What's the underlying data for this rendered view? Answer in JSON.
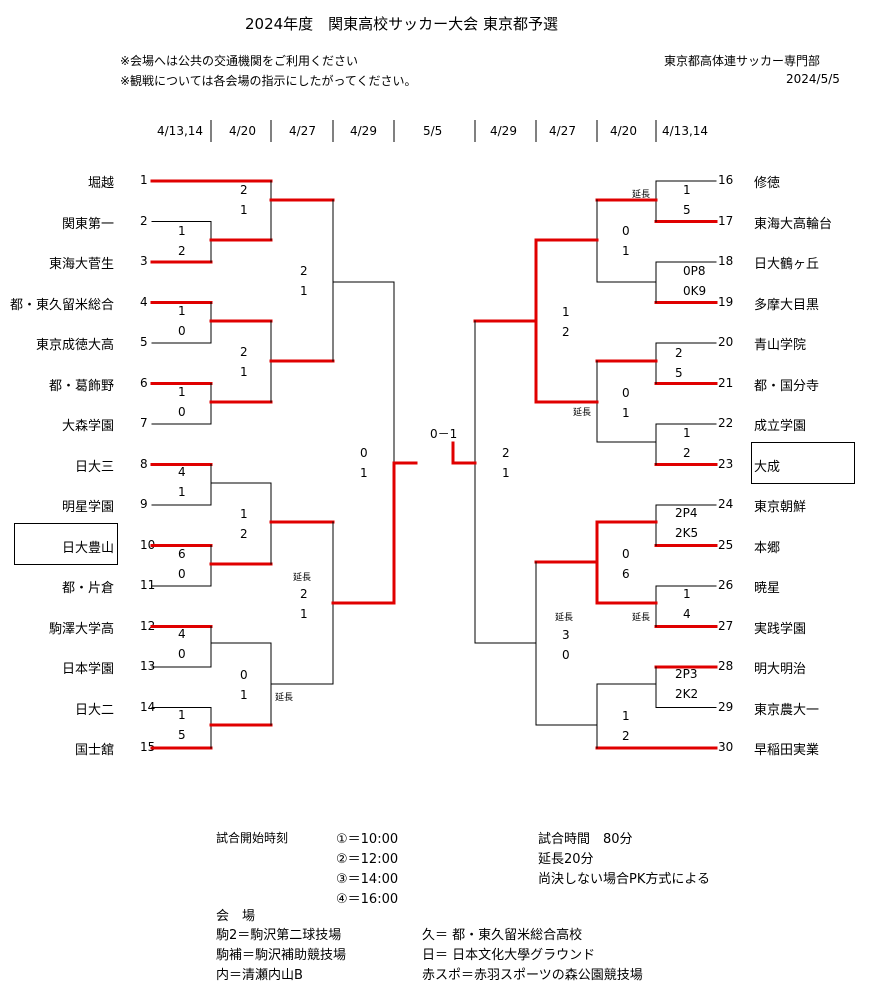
{
  "header": {
    "title": "2024年度　関東高校サッカー大会 東京都予選",
    "notice1": "※会場へは公共の交通機関をご利用ください",
    "notice2": "※観戦については各会場の指示にしたがってください。",
    "org": "東京都高体連サッカー専門部",
    "date": "2024/5/5"
  },
  "dates": {
    "l1": "4/13,14",
    "l2": "4/20",
    "l3": "4/27",
    "l4": "4/29",
    "final": "5/5",
    "r4": "4/29",
    "r3": "4/27",
    "r2": "4/20",
    "r1": "4/13,14"
  },
  "left_teams": [
    {
      "seed": "1",
      "name": "堀越"
    },
    {
      "seed": "2",
      "name": "関東第一"
    },
    {
      "seed": "3",
      "name": "東海大菅生"
    },
    {
      "seed": "4",
      "name": "都・東久留米総合"
    },
    {
      "seed": "5",
      "name": "東京成徳大高"
    },
    {
      "seed": "6",
      "name": "都・葛飾野"
    },
    {
      "seed": "7",
      "name": "大森学園"
    },
    {
      "seed": "8",
      "name": "日大三"
    },
    {
      "seed": "9",
      "name": "明星学園"
    },
    {
      "seed": "10",
      "name": "日大豊山"
    },
    {
      "seed": "11",
      "name": "都・片倉"
    },
    {
      "seed": "12",
      "name": "駒澤大学高"
    },
    {
      "seed": "13",
      "name": "日本学園"
    },
    {
      "seed": "14",
      "name": "日大二"
    },
    {
      "seed": "15",
      "name": "国士舘"
    }
  ],
  "right_teams": [
    {
      "seed": "16",
      "name": "修徳"
    },
    {
      "seed": "17",
      "name": "東海大高輪台"
    },
    {
      "seed": "18",
      "name": "日大鶴ヶ丘"
    },
    {
      "seed": "19",
      "name": "多摩大目黒"
    },
    {
      "seed": "20",
      "name": "青山学院"
    },
    {
      "seed": "21",
      "name": "都・国分寺"
    },
    {
      "seed": "22",
      "name": "成立学園"
    },
    {
      "seed": "23",
      "name": "大成"
    },
    {
      "seed": "24",
      "name": "東京朝鮮"
    },
    {
      "seed": "25",
      "name": "本郷"
    },
    {
      "seed": "26",
      "name": "暁星"
    },
    {
      "seed": "27",
      "name": "実践学園"
    },
    {
      "seed": "28",
      "name": "明大明治"
    },
    {
      "seed": "29",
      "name": "東京農大一"
    },
    {
      "seed": "30",
      "name": "早稲田実業"
    }
  ],
  "scores": {
    "m1": [
      "2",
      "1"
    ],
    "m2": [
      "1",
      "2"
    ],
    "m3": [
      "1",
      "0"
    ],
    "m4": [
      "2",
      "1"
    ],
    "m5": [
      "1",
      "0"
    ],
    "m6": [
      "2",
      "1"
    ],
    "m7": [
      "4",
      "1"
    ],
    "m8": [
      "1",
      "2"
    ],
    "m9": [
      "6",
      "0"
    ],
    "m10": [
      "2",
      "1"
    ],
    "m11": [
      "4",
      "0"
    ],
    "m12": [
      "0",
      "1"
    ],
    "m13": [
      "1",
      "5"
    ],
    "m14": [
      "0",
      "1"
    ],
    "m15": [
      "1",
      "2"
    ],
    "m16": [
      "1",
      "5"
    ],
    "m17": [
      "0",
      "1"
    ],
    "m18": [
      "0P8",
      "0K9"
    ],
    "m19": [
      "2",
      "5"
    ],
    "m20": [
      "0",
      "1"
    ],
    "m21": [
      "1",
      "2"
    ],
    "m22": [
      "2P4",
      "2K5"
    ],
    "m23": [
      "0",
      "6"
    ],
    "m24": [
      "1",
      "4"
    ],
    "m25": [
      "2P3",
      "2K2"
    ],
    "m26": [
      "3",
      "0"
    ],
    "m27": [
      "1",
      "2"
    ],
    "m28": [
      "2",
      "1"
    ],
    "final": "0－1"
  },
  "notes": {
    "et": "延長"
  },
  "footer": {
    "kickoff_label": "試合開始時刻",
    "k1": "①＝10:00",
    "k2": "②＝12:00",
    "k3": "③＝14:00",
    "k4": "④＝16:00",
    "match_time": "試合時間　80分",
    "extra_time": "延長20分",
    "pk": "尚決しない場合PK方式による",
    "venue_label": "会　場",
    "v1": "駒2＝駒沢第二球技場",
    "v2": "駒補＝駒沢補助競技場",
    "v3": "内＝清瀬内山B",
    "v4": "久＝ 都・東久留米総合高校",
    "v5": "日＝ 日本文化大學グラウンド",
    "v6": "赤スポ＝赤羽スポーツの森公園競技場"
  },
  "colors": {
    "winner_line": "#e00000",
    "line": "#000000"
  }
}
